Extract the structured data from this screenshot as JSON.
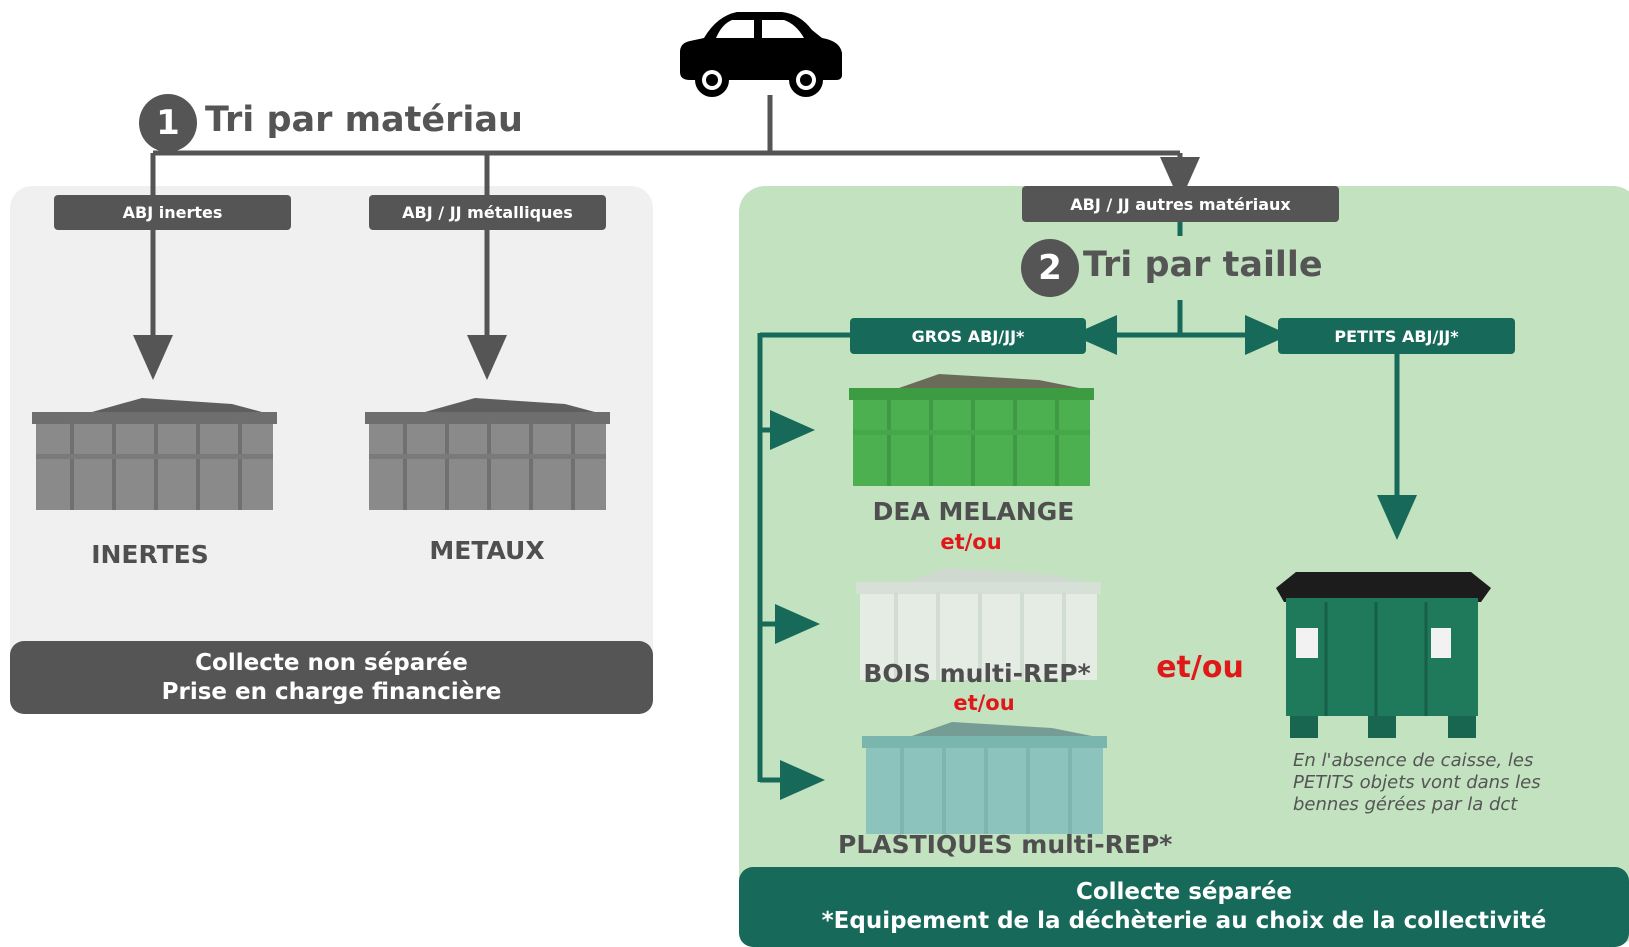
{
  "step1": {
    "number": "1",
    "title": "Tri par matériau"
  },
  "step2": {
    "number": "2",
    "title": "Tri par taille"
  },
  "labels": {
    "abj_inertes": "ABJ inertes",
    "abj_metalliques": "ABJ / JJ métalliques",
    "abj_autres": "ABJ / JJ autres matériaux",
    "gros": "GROS ABJ/JJ*",
    "petits": "PETITS ABJ/JJ*"
  },
  "bins": {
    "inertes": "INERTES",
    "metaux": "METAUX",
    "dea": "DEA MELANGE",
    "bois": "BOIS multi-REP*",
    "plastiques": "PLASTIQUES multi-REP*"
  },
  "etou": {
    "one": "et/ou",
    "two": "et/ou",
    "big": "et/ou"
  },
  "note": "En l'absence de caisse, les PETITS objets vont dans les bennes gérées par la dct",
  "footer_grey": {
    "line1": "Collecte non séparée",
    "line2": "Prise en charge financière"
  },
  "footer_teal": {
    "line1": "Collecte séparée",
    "line2": "*Equipement de la déchèterie au choix de la collectivité"
  },
  "colors": {
    "grey_dark": "#555555",
    "teal": "#17695a",
    "panel_grey": "#f0f0f0",
    "panel_green": "#c2e2c0",
    "bin_grey": "#8a8a8a",
    "bin_green": "#4caf50",
    "bin_white": "#e4ece4",
    "bin_teal": "#8cc4bd",
    "crate": "#1e7a5a",
    "red": "#e01818"
  },
  "icons": [
    "car-icon",
    "bin-icon",
    "crate-icon",
    "arrow-icon"
  ]
}
